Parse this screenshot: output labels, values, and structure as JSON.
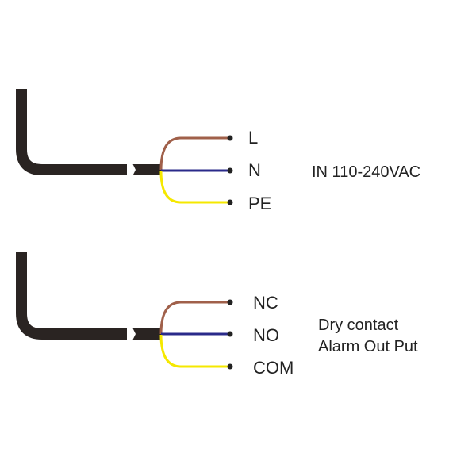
{
  "power_cable": {
    "terminals": [
      "L",
      "N",
      "PE"
    ],
    "description": "IN 110-240VAC"
  },
  "alarm_cable": {
    "terminals": [
      "NC",
      "NO",
      "COM"
    ],
    "description_line1": "Dry contact",
    "description_line2": "Alarm Out Put"
  },
  "colors": {
    "cable": "#2a2422",
    "brown_wire": "#a0604a",
    "blue_wire": "#2a2a8a",
    "yellow_wire": "#f5e800",
    "terminal_dot": "#222222"
  }
}
